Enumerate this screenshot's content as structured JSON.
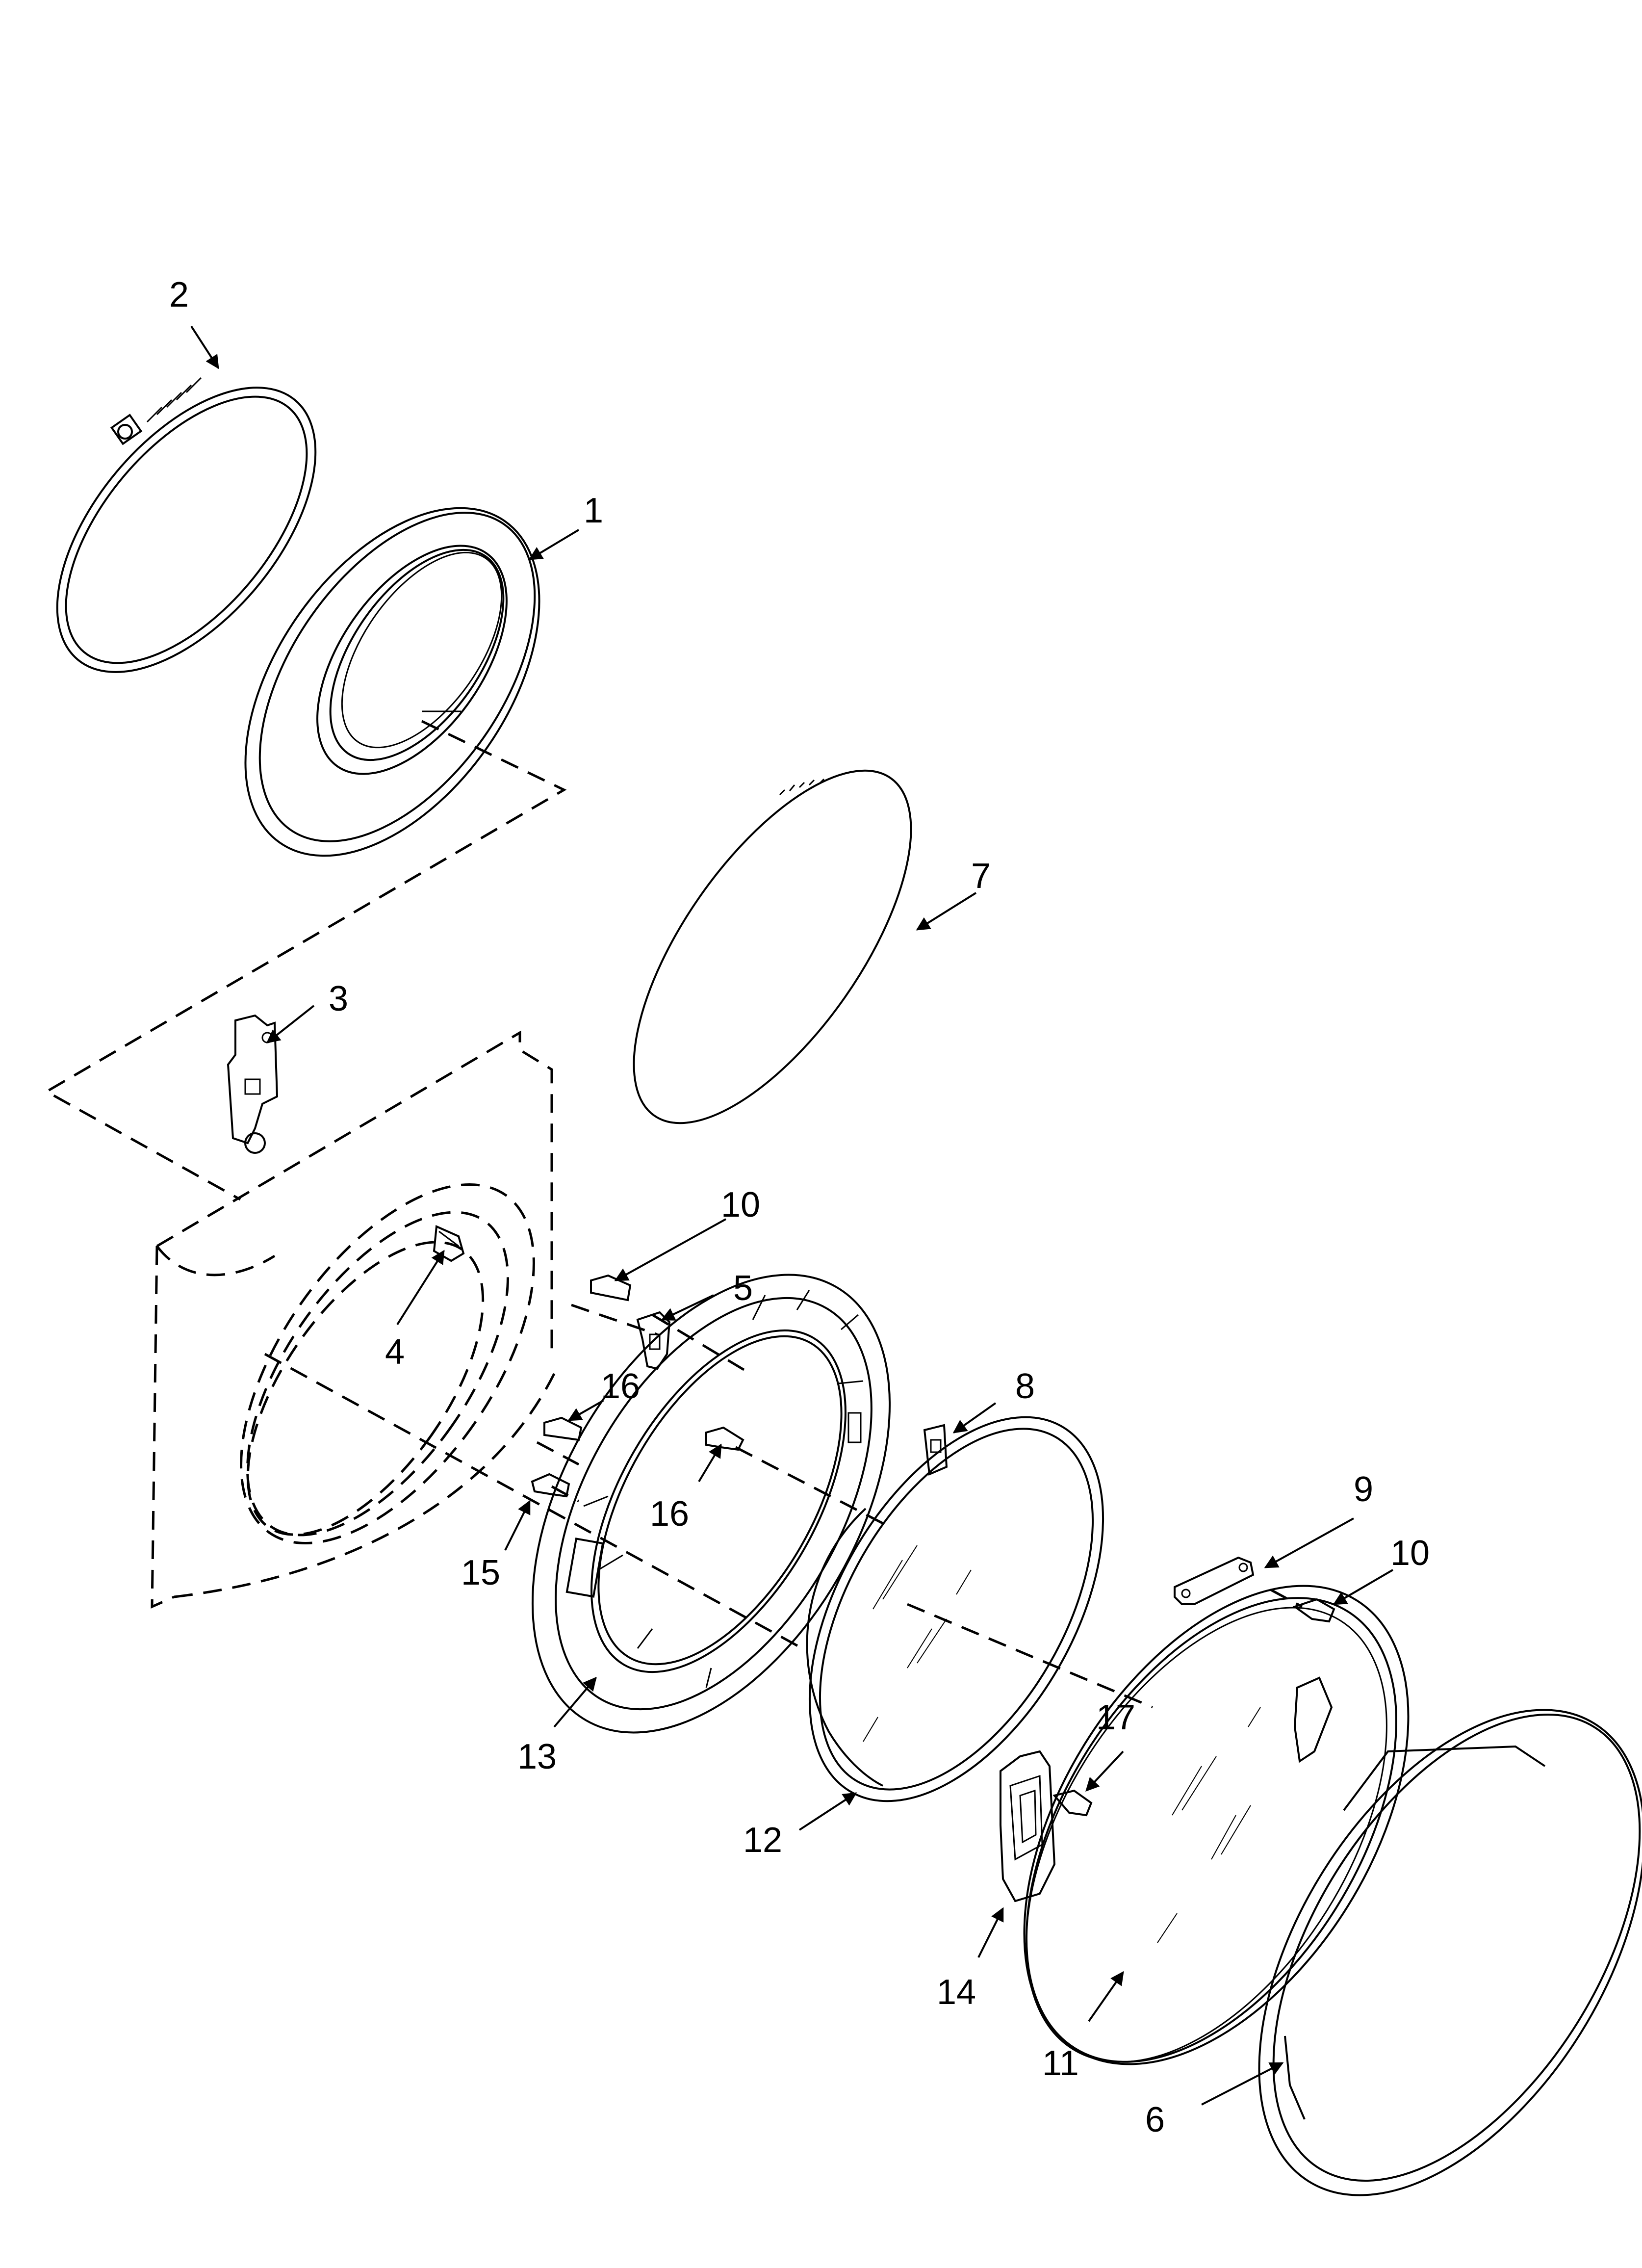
{
  "diagram": {
    "labels": {
      "p1": "1",
      "p2": "2",
      "p3": "3",
      "p4": "4",
      "p5": "5",
      "p6": "6",
      "p7": "7",
      "p8": "8",
      "p9": "9",
      "p10a": "10",
      "p10b": "10",
      "p11": "11",
      "p12": "12",
      "p13": "13",
      "p14": "14",
      "p15": "15",
      "p16a": "16",
      "p16b": "16",
      "p17": "17"
    }
  }
}
